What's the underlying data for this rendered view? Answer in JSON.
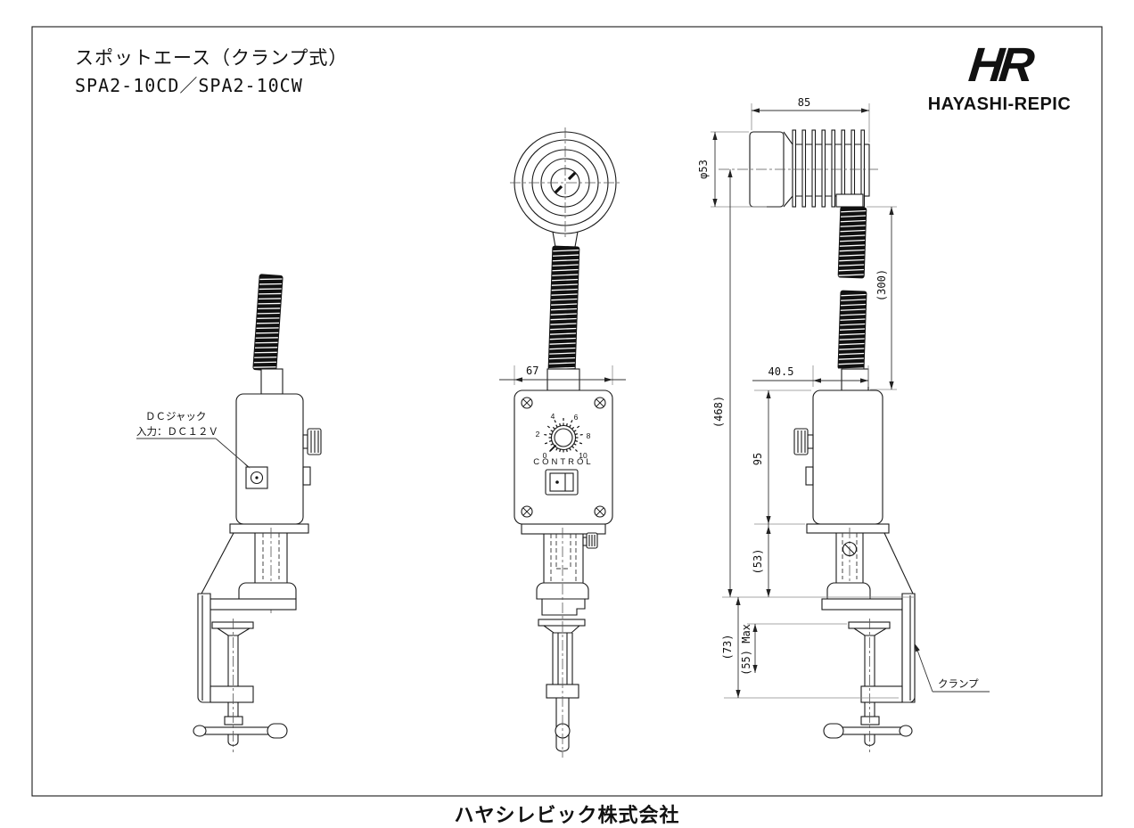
{
  "title": {
    "line1": "スポットエース（クランプ式）",
    "line2": "SPA2-10CD／SPA2-10CW"
  },
  "logo": {
    "mark": "HR",
    "name": "HAYASHI-REPIC"
  },
  "footer": {
    "company": "ハヤシレビック株式会社"
  },
  "labels": {
    "dc_jack_line1": "ＤＣジャック",
    "dc_jack_line2": "入力：ＤＣ１２Ｖ",
    "clamp": "クランプ",
    "control": "CONTROL"
  },
  "dial": {
    "ticks": [
      "0",
      "2",
      "4",
      "6",
      "8",
      "10"
    ]
  },
  "dimensions": {
    "head_length": "85",
    "head_diameter": "φ53",
    "gooseneck_length": "(300)",
    "overall_height": "(468)",
    "box_offset": "40.5",
    "box_width": "67",
    "box_height": "95",
    "post_height": "(53)",
    "clamp_depth": "(73)",
    "clamp_opening": "(55) Max"
  },
  "colors": {
    "background": "#ffffff",
    "line": "#1a1a1a",
    "gooseneck_fill": "#111111"
  }
}
